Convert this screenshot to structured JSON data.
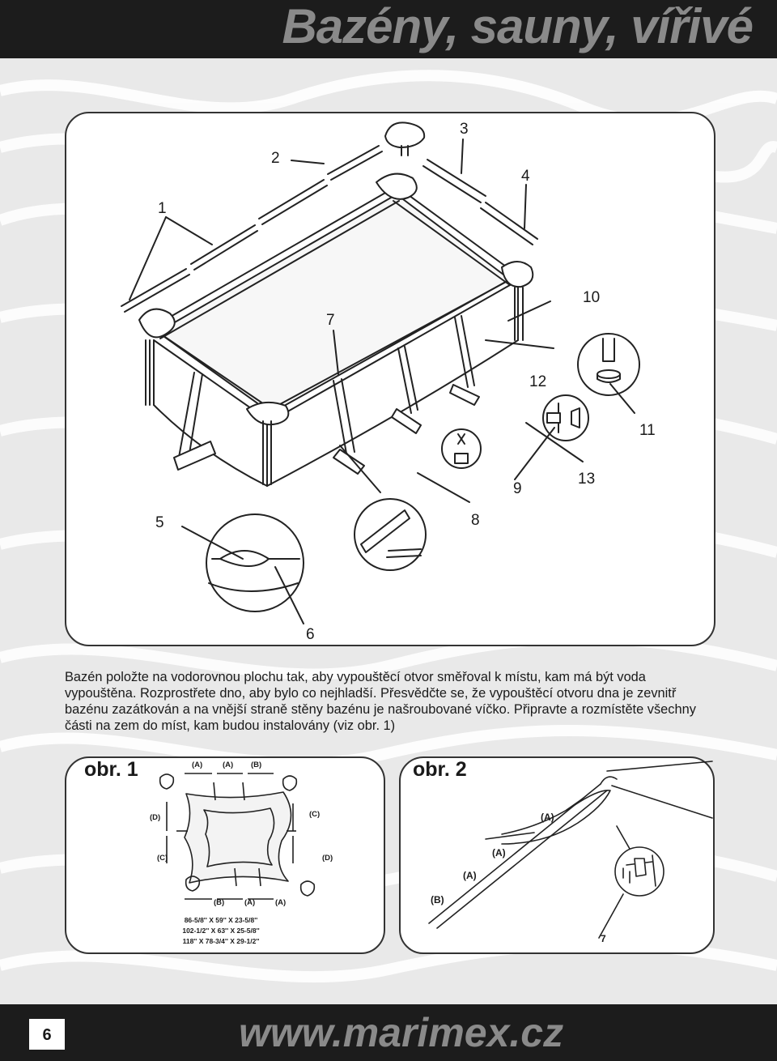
{
  "header": {
    "title": "Bazény, sauny, vířivé"
  },
  "diagram": {
    "callouts": [
      "1",
      "2",
      "3",
      "4",
      "5",
      "6",
      "7",
      "8",
      "9",
      "10",
      "11",
      "12",
      "13"
    ]
  },
  "instructions": {
    "text": "Bazén položte na vodorovnou plochu tak, aby vypouštěcí otvor směřoval k místu, kam má být voda vypouštěna. Rozprostřete dno, aby bylo co nejhladší. Přesvědčte se, že vypouštěcí otvoru dna je zevnitř bazénu zazátkován a na vnější straně stěny bazénu je našroubované víčko. Připravte a rozmístěte všechny části na zem do míst, kam budou instalovány (viz obr. 1)"
  },
  "figure1": {
    "label": "obr. 1",
    "tags_top": [
      "(A)",
      "(A)",
      "(B)"
    ],
    "tags_bottom": [
      "(B)",
      "(A)",
      "(A)"
    ],
    "tag_d": "(D)",
    "tag_c": "(C)",
    "dimensions": [
      "86-5/8'' X 59'' X 23-5/8''",
      "102-1/2'' X 63'' X 25-5/8''",
      "118'' X 78-3/4'' X 29-1/2''"
    ]
  },
  "figure2": {
    "label": "obr. 2",
    "tag_a": "(A)",
    "tag_b": "(B)",
    "callout": "7"
  },
  "footer": {
    "page_number": "6",
    "website": "www.marimex.cz"
  }
}
